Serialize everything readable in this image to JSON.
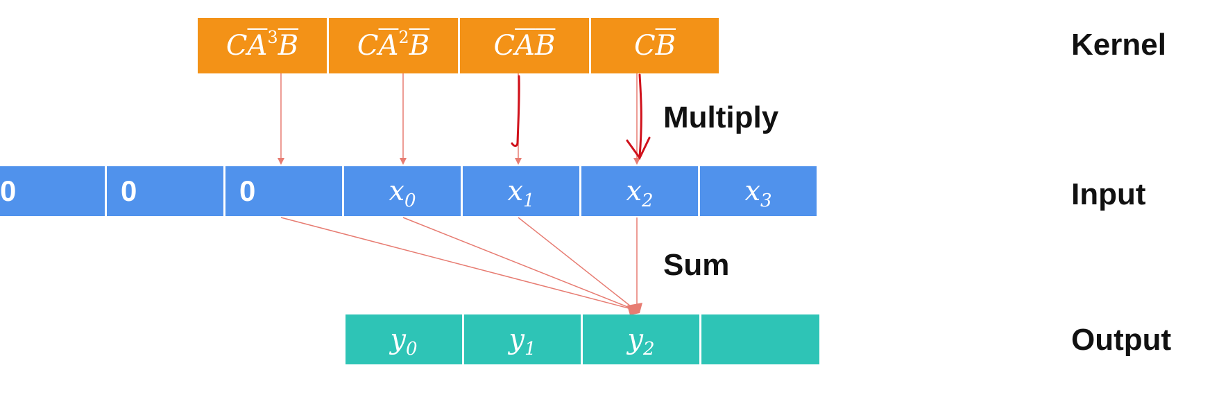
{
  "kernel": {
    "label": "Kernel",
    "cells": [
      {
        "c": "C",
        "a": "A",
        "pow": "3",
        "b": "B"
      },
      {
        "c": "C",
        "a": "A",
        "pow": "2",
        "b": "B"
      },
      {
        "c": "C",
        "a": "A",
        "pow": "",
        "b": "B"
      },
      {
        "c": "C",
        "a": "",
        "pow": "",
        "b": "B"
      }
    ]
  },
  "input": {
    "label": "Input",
    "cells": [
      {
        "text": "0"
      },
      {
        "text": "0"
      },
      {
        "text": "0"
      },
      {
        "base": "x",
        "sub": "0"
      },
      {
        "base": "x",
        "sub": "1"
      },
      {
        "base": "x",
        "sub": "2"
      },
      {
        "base": "x",
        "sub": "3"
      }
    ]
  },
  "output": {
    "label": "Output",
    "cells": [
      {
        "base": "y",
        "sub": "0"
      },
      {
        "base": "y",
        "sub": "1"
      },
      {
        "base": "y",
        "sub": "2"
      },
      {
        "base": "",
        "sub": ""
      }
    ]
  },
  "operations": {
    "multiply": "Multiply",
    "sum": "Sum"
  },
  "colors": {
    "kernel": "#f39217",
    "input": "#5092ec",
    "output": "#2ec4b6",
    "arrow": "#e77c72",
    "annotation": "#d0111b"
  }
}
